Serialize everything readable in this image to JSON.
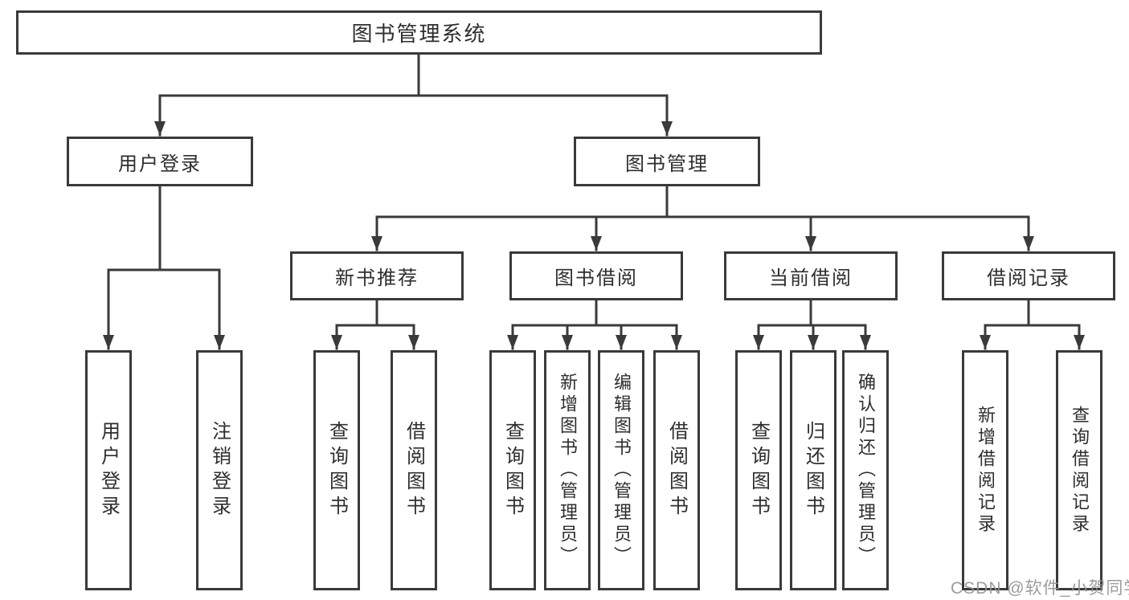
{
  "diagram": {
    "root": {
      "label": "图书管理系统"
    },
    "level2": [
      {
        "label": "用户登录"
      },
      {
        "label": "图书管理"
      }
    ],
    "level3": [
      {
        "label": "新书推荐"
      },
      {
        "label": "图书借阅"
      },
      {
        "label": "当前借阅"
      },
      {
        "label": "借阅记录"
      }
    ],
    "leaves": {
      "login": [
        {
          "label": "用户登录"
        },
        {
          "label": "注销登录"
        }
      ],
      "recommend": [
        {
          "label": "查询图书"
        },
        {
          "label": "借阅图书"
        }
      ],
      "borrow": [
        {
          "label": "查询图书"
        },
        {
          "label": "新增图书（管理员）"
        },
        {
          "label": "编辑图书（管理员）"
        },
        {
          "label": "借阅图书"
        }
      ],
      "current": [
        {
          "label": "查询图书"
        },
        {
          "label": "归还图书"
        },
        {
          "label": "确认归还（管理员）"
        }
      ],
      "record": [
        {
          "label": "新增借阅记录"
        },
        {
          "label": "查询借阅记录"
        }
      ]
    }
  },
  "watermark": {
    "text": "CSDN @软件_小贺同学"
  },
  "colors": {
    "line": "#3a3a3a",
    "text": "#2e2e2e",
    "background": "#ffffff",
    "watermark": "#949494"
  }
}
